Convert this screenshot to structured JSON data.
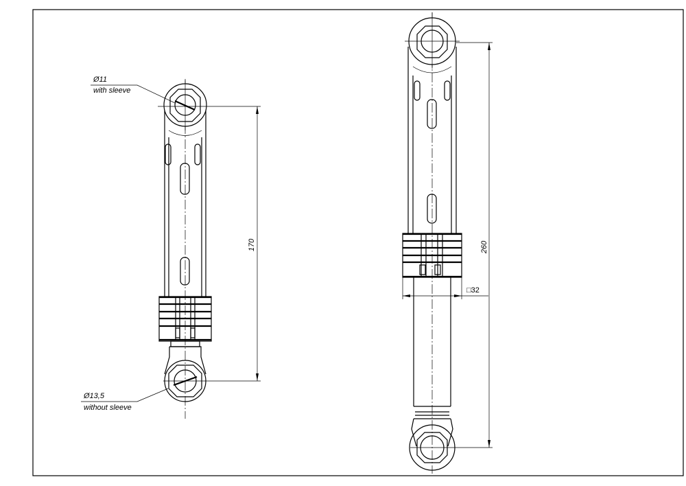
{
  "drawing": {
    "left_view": {
      "dimension_length": "170",
      "top_eye_diameter": "Ø11",
      "top_eye_note": "with sleeve",
      "bottom_eye_diameter": "Ø13,5",
      "bottom_eye_note": "without sleeve"
    },
    "right_view": {
      "dimension_length": "260",
      "square_section": "□32"
    }
  }
}
